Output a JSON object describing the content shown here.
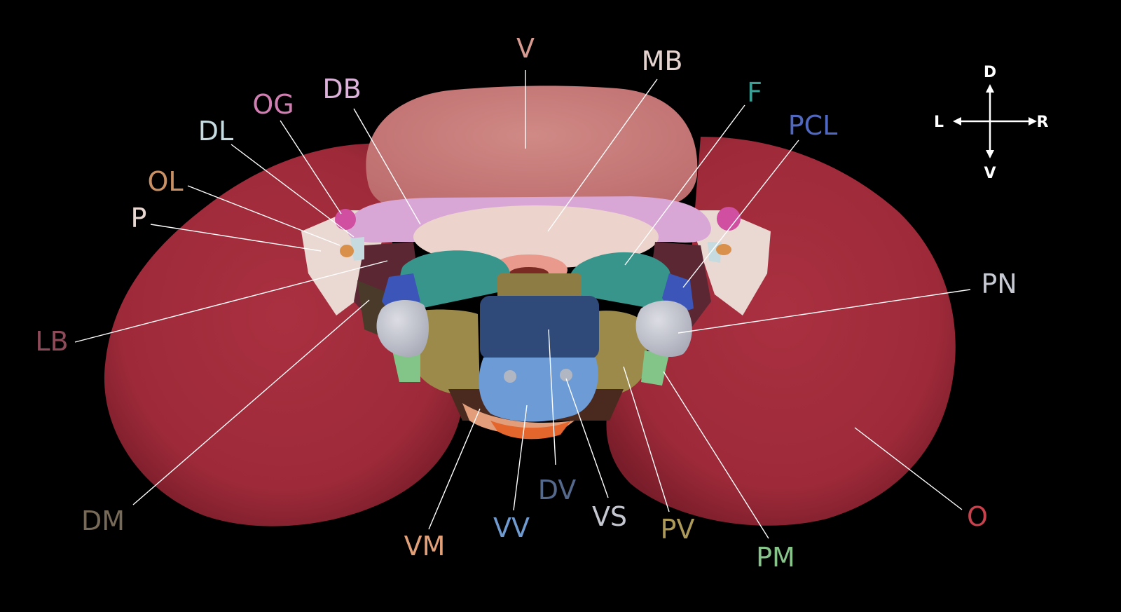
{
  "labels": {
    "V": {
      "text": "V",
      "color": "#d79a90"
    },
    "MB": {
      "text": "MB",
      "color": "#e5d3cf"
    },
    "F": {
      "text": "F",
      "color": "#3a9f95"
    },
    "PCL": {
      "text": "PCL",
      "color": "#5068c0"
    },
    "DB": {
      "text": "DB",
      "color": "#dcb2da"
    },
    "OG": {
      "text": "OG",
      "color": "#d17fb3"
    },
    "DL": {
      "text": "DL",
      "color": "#c6dbe0"
    },
    "OL": {
      "text": "OL",
      "color": "#c99063"
    },
    "P": {
      "text": "P",
      "color": "#e9d8d2"
    },
    "LB": {
      "text": "LB",
      "color": "#8d4a58"
    },
    "PN": {
      "text": "PN",
      "color": "#c7c9d2"
    },
    "DM": {
      "text": "DM",
      "color": "#786a58"
    },
    "VM": {
      "text": "VM",
      "color": "#e2a078"
    },
    "VV": {
      "text": "VV",
      "color": "#6f9bd0"
    },
    "DV": {
      "text": "DV",
      "color": "#55698c"
    },
    "VS": {
      "text": "VS",
      "color": "#c4c7cf"
    },
    "PV": {
      "text": "PV",
      "color": "#ad9a58"
    },
    "PM": {
      "text": "PM",
      "color": "#86c48a"
    },
    "O": {
      "text": "O",
      "color": "#c8424e"
    }
  },
  "orientation": {
    "dorsal": "D",
    "ventral": "V",
    "left": "L",
    "right": "R"
  },
  "colors": {
    "background": "#000000",
    "optic_lobe": "#a62d3d",
    "vagal": "#c97b7b",
    "dorsal_band": "#d9a7d6",
    "midbrain": "#ecd4cd",
    "forebrain": "#37958c",
    "pcl": "#3b56b8",
    "dorsal_vertical": "#2f4a78",
    "ventral_vertical": "#6d9bd6",
    "pedunculate": "#c5c8d0",
    "peduncle_vertical": "#9c8a4a",
    "posterior_magno": "#83c488",
    "ventral_magno": "#e29e7a"
  }
}
